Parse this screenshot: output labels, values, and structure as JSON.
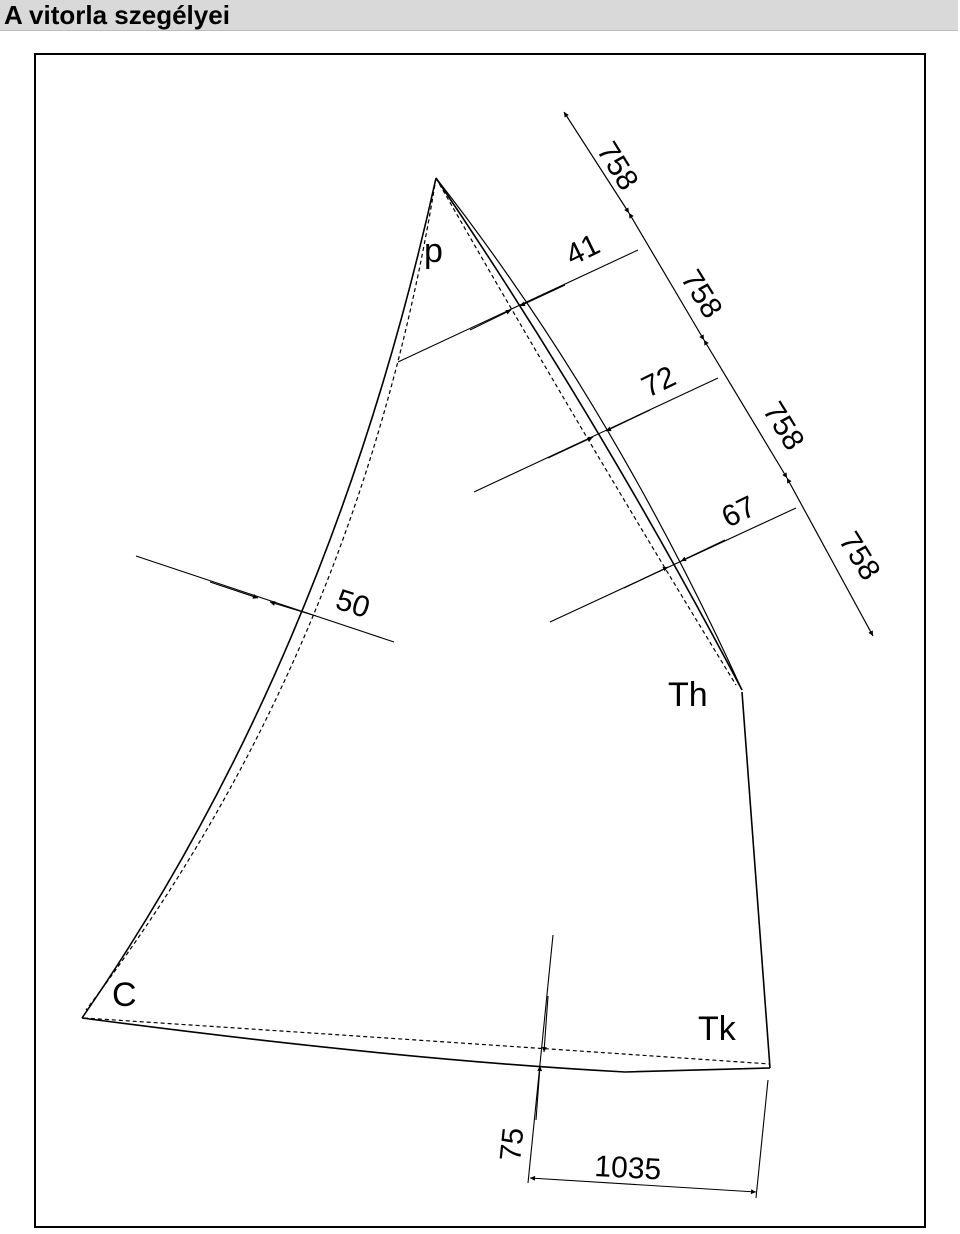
{
  "title": "A vitorla szegélyei",
  "corner_labels": {
    "peak": "p",
    "throat": "Th",
    "clew": "C",
    "tack": "Tk"
  },
  "dimensions": {
    "leech_segment": "758",
    "roach_top": "41",
    "roach_middle": "72",
    "roach_bottom": "67",
    "luff_curve": "50",
    "foot_curve": "75",
    "foot_span": "1035"
  }
}
